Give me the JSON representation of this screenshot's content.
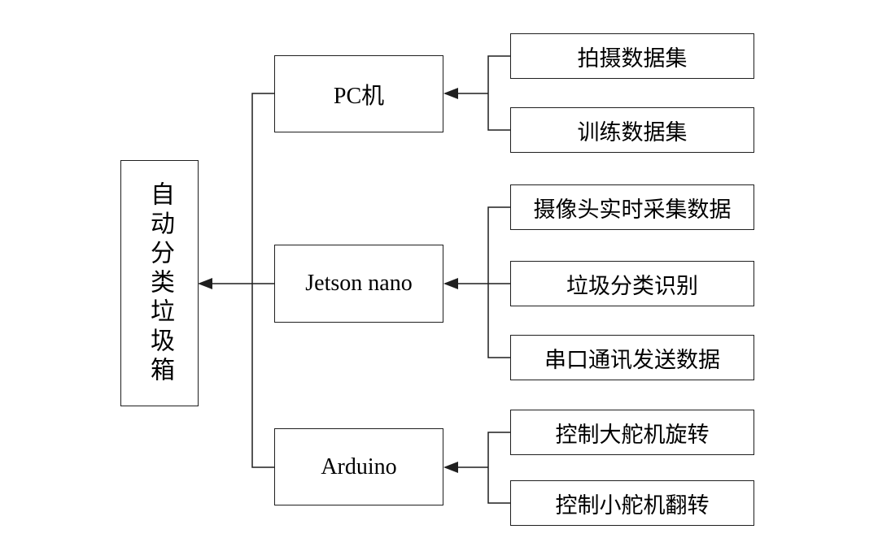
{
  "diagram": {
    "root_label": "自动分类垃圾箱",
    "level1": [
      {
        "label": "PC机"
      },
      {
        "label": "Jetson nano"
      },
      {
        "label": "Arduino"
      }
    ],
    "level2": [
      {
        "label": "拍摄数据集"
      },
      {
        "label": "训练数据集"
      },
      {
        "label": "摄像头实时采集数据"
      },
      {
        "label": "垃圾分类识别"
      },
      {
        "label": "串口通讯发送数据"
      },
      {
        "label": "控制大舵机旋转"
      },
      {
        "label": "控制小舵机翻转"
      }
    ],
    "line_color": "#1f1f1f"
  }
}
